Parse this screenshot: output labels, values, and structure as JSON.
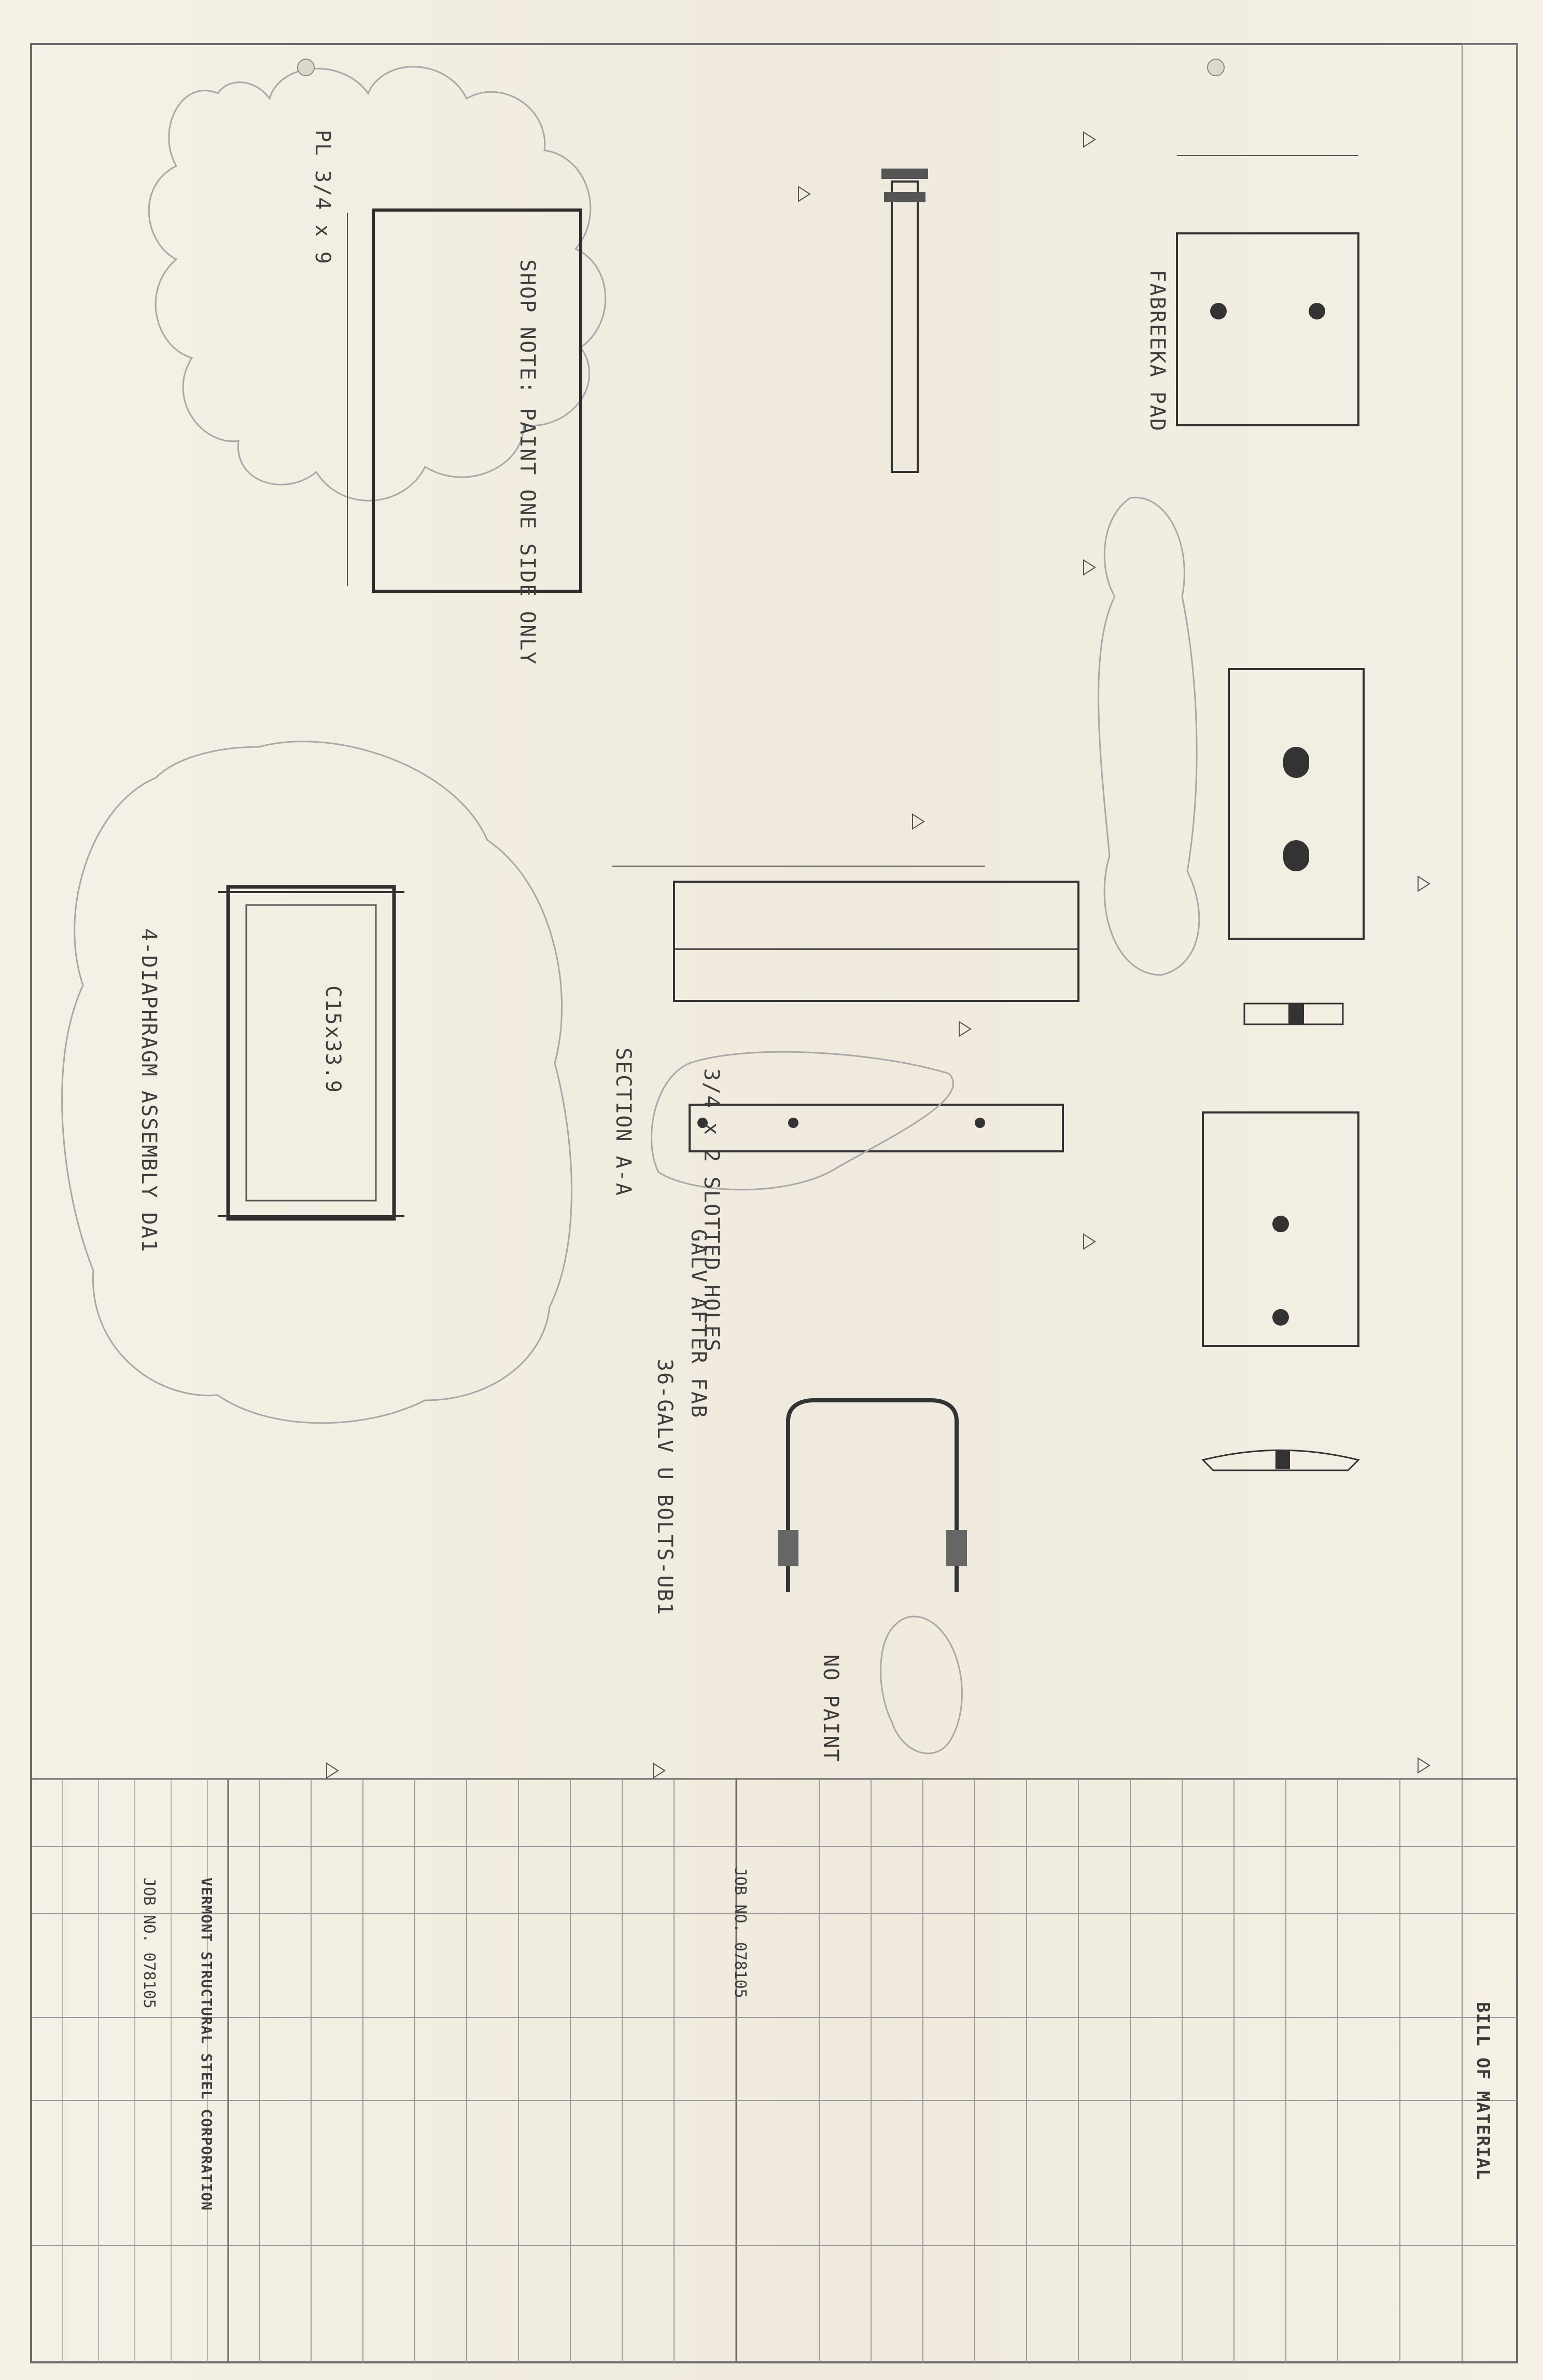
{
  "title_block": {
    "company": "VERMONT STRUCTURAL STEEL CORPORATION",
    "job_no": "JOB NO. 078105"
  },
  "bill_of_material": {
    "heading": "BILL OF MATERIAL"
  },
  "details": {
    "shop_note_paint": "SHOP NOTE: PAINT ONE SIDE ONLY",
    "plate_spec": "PL 3/4 x 9",
    "section_label": "SECTION A-A",
    "slotted_holes": "3/4 x 2 SLOTTED HOLES",
    "diaphragm": "4-DIAPHRAGM ASSEMBLY DA1",
    "channel": "C15x33.9",
    "u_bolts": "36-GALV U BOLTS-UB1",
    "galv_after_fab": "GALV AFTER FAB",
    "no_paint": "NO PAINT",
    "fabreeka": "FABREEKA PAD"
  }
}
